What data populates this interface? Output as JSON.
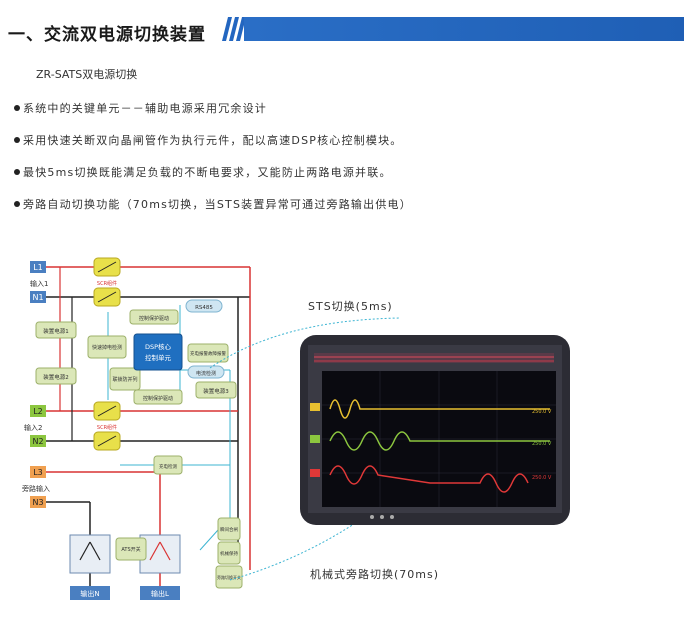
{
  "header": {
    "title": "一、交流双电源切换装置"
  },
  "subtitle": "ZR-SATS双电源切换",
  "bullets": [
    "系统中的关键单元－－辅助电源采用冗余设计",
    "采用快速关断双向晶闸管作为执行元件，配以高速DSP核心控制模块。",
    "最快5ms切换既能满足负载的不断电要求，又能防止两路电源并联。",
    "旁路自动切换功能（70ms切换，当STS装置异常可通过旁路输出供电）"
  ],
  "diagram": {
    "terminals": {
      "l1": "L1",
      "n1": "N1",
      "input1": "输入1",
      "l2": "L2",
      "n2": "N2",
      "input2": "输入2",
      "l3": "L3",
      "n3": "N3",
      "bypass_input": "旁路输入"
    },
    "scr_label_1": "SCR组件",
    "scr_label_2": "SCR组件",
    "boxes": {
      "aux1": "装置电源1",
      "aux2": "装置电源2",
      "fast_detect": "快速掉电检测",
      "anti_parallel": "联锁防并列",
      "drive_1": "控制保护驱动",
      "drive_2": "控制保护驱动",
      "dsp_line1": "DSP核心",
      "dsp_line2": "控制单元",
      "rs485": "RS485",
      "alarm": "充电报警故障报警",
      "current_detect": "电流检测",
      "aux3": "装置电源3",
      "charge_detect": "充电检测",
      "ats": "ATS开关",
      "instant_close": "瞬间合闸",
      "mechanical": "机械保持",
      "bypass_switch": "旁路切换开关"
    },
    "outputs": {
      "n": "输出N",
      "l": "输出L"
    }
  },
  "scope": {
    "sts_label": "STS切换(5ms)",
    "mech_label": "机械式旁路切换(70ms)",
    "readouts": [
      "250.0 V",
      "250.0 V",
      "250.0 V"
    ]
  },
  "colors": {
    "header_blue": "#2366c0",
    "line_red": "#d93333",
    "line_black": "#222222",
    "line_cyan": "#3cb4d2",
    "terminal_blue": "#4a7fc1",
    "terminal_green": "#8cc63f",
    "terminal_orange": "#f0a050",
    "box_green": "#dbe7b8",
    "dsp_blue": "#1f6fc0"
  }
}
